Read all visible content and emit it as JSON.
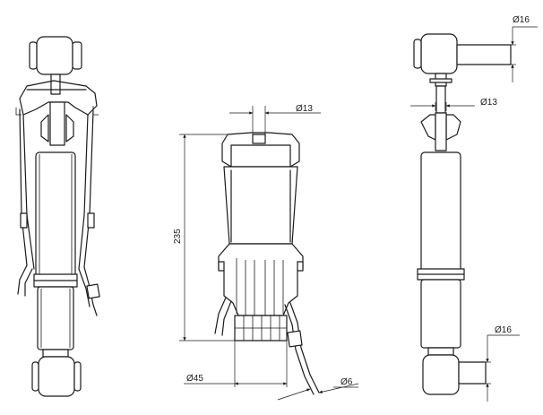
{
  "dimensions": {
    "top_mount_dia": "Ø16",
    "rod_dia_right": "Ø13",
    "rod_dia_center": "Ø13",
    "length": "235",
    "bottom_mount_dia": "Ø16",
    "body_dia": "Ø45",
    "cable_dia": "Ø6"
  },
  "colors": {
    "stroke": "#1a1a1a",
    "background": "#ffffff"
  }
}
